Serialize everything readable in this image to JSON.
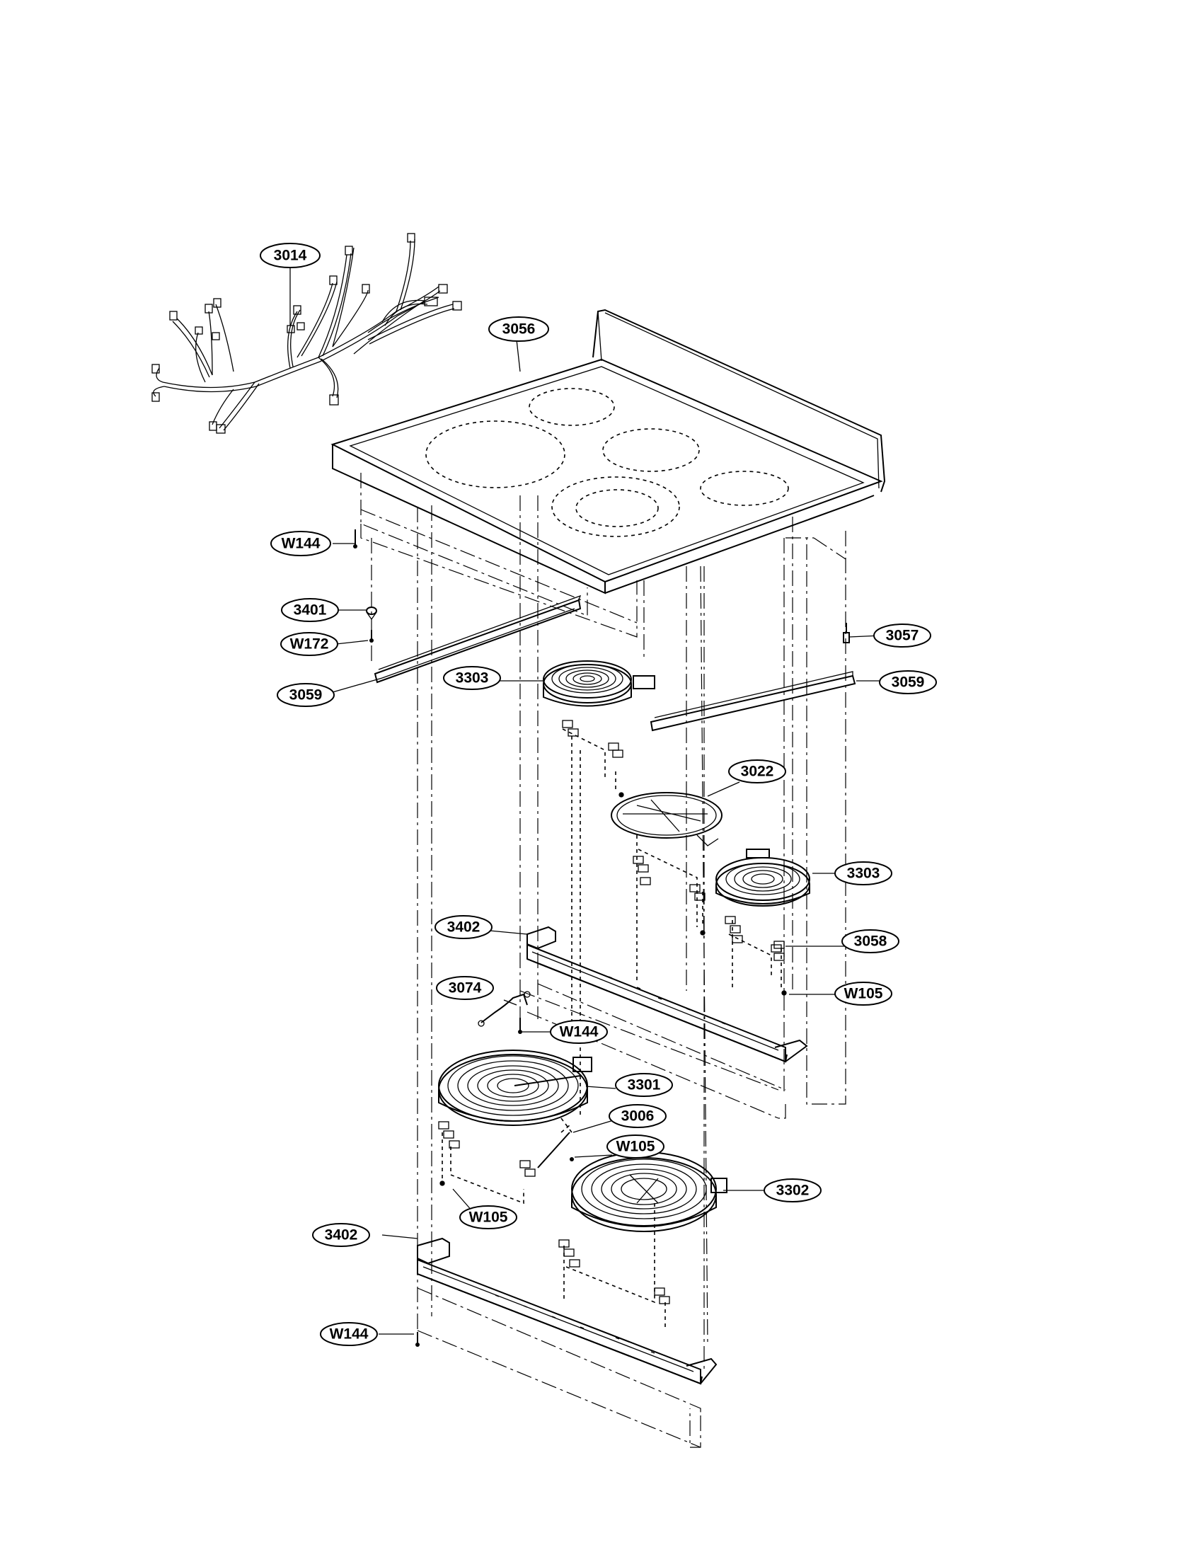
{
  "callouts": [
    {
      "key": "c3014",
      "label": "3014"
    },
    {
      "key": "c3056",
      "label": "3056"
    },
    {
      "key": "cW144a",
      "label": "W144"
    },
    {
      "key": "c3401",
      "label": "3401"
    },
    {
      "key": "cW172",
      "label": "W172"
    },
    {
      "key": "c3059a",
      "label": "3059"
    },
    {
      "key": "c3057",
      "label": "3057"
    },
    {
      "key": "c3303a",
      "label": "3303"
    },
    {
      "key": "c3059b",
      "label": "3059"
    },
    {
      "key": "c3022",
      "label": "3022"
    },
    {
      "key": "c3303b",
      "label": "3303"
    },
    {
      "key": "c3402a",
      "label": "3402"
    },
    {
      "key": "c3058",
      "label": "3058"
    },
    {
      "key": "c3074",
      "label": "3074"
    },
    {
      "key": "cW105a",
      "label": "W105"
    },
    {
      "key": "cW144b",
      "label": "W144"
    },
    {
      "key": "c3301",
      "label": "3301"
    },
    {
      "key": "c3006",
      "label": "3006"
    },
    {
      "key": "cW105b",
      "label": "W105"
    },
    {
      "key": "cW105c",
      "label": "W105"
    },
    {
      "key": "c3302",
      "label": "3302"
    },
    {
      "key": "c3402b",
      "label": "3402"
    },
    {
      "key": "cW144c",
      "label": "W144"
    }
  ]
}
